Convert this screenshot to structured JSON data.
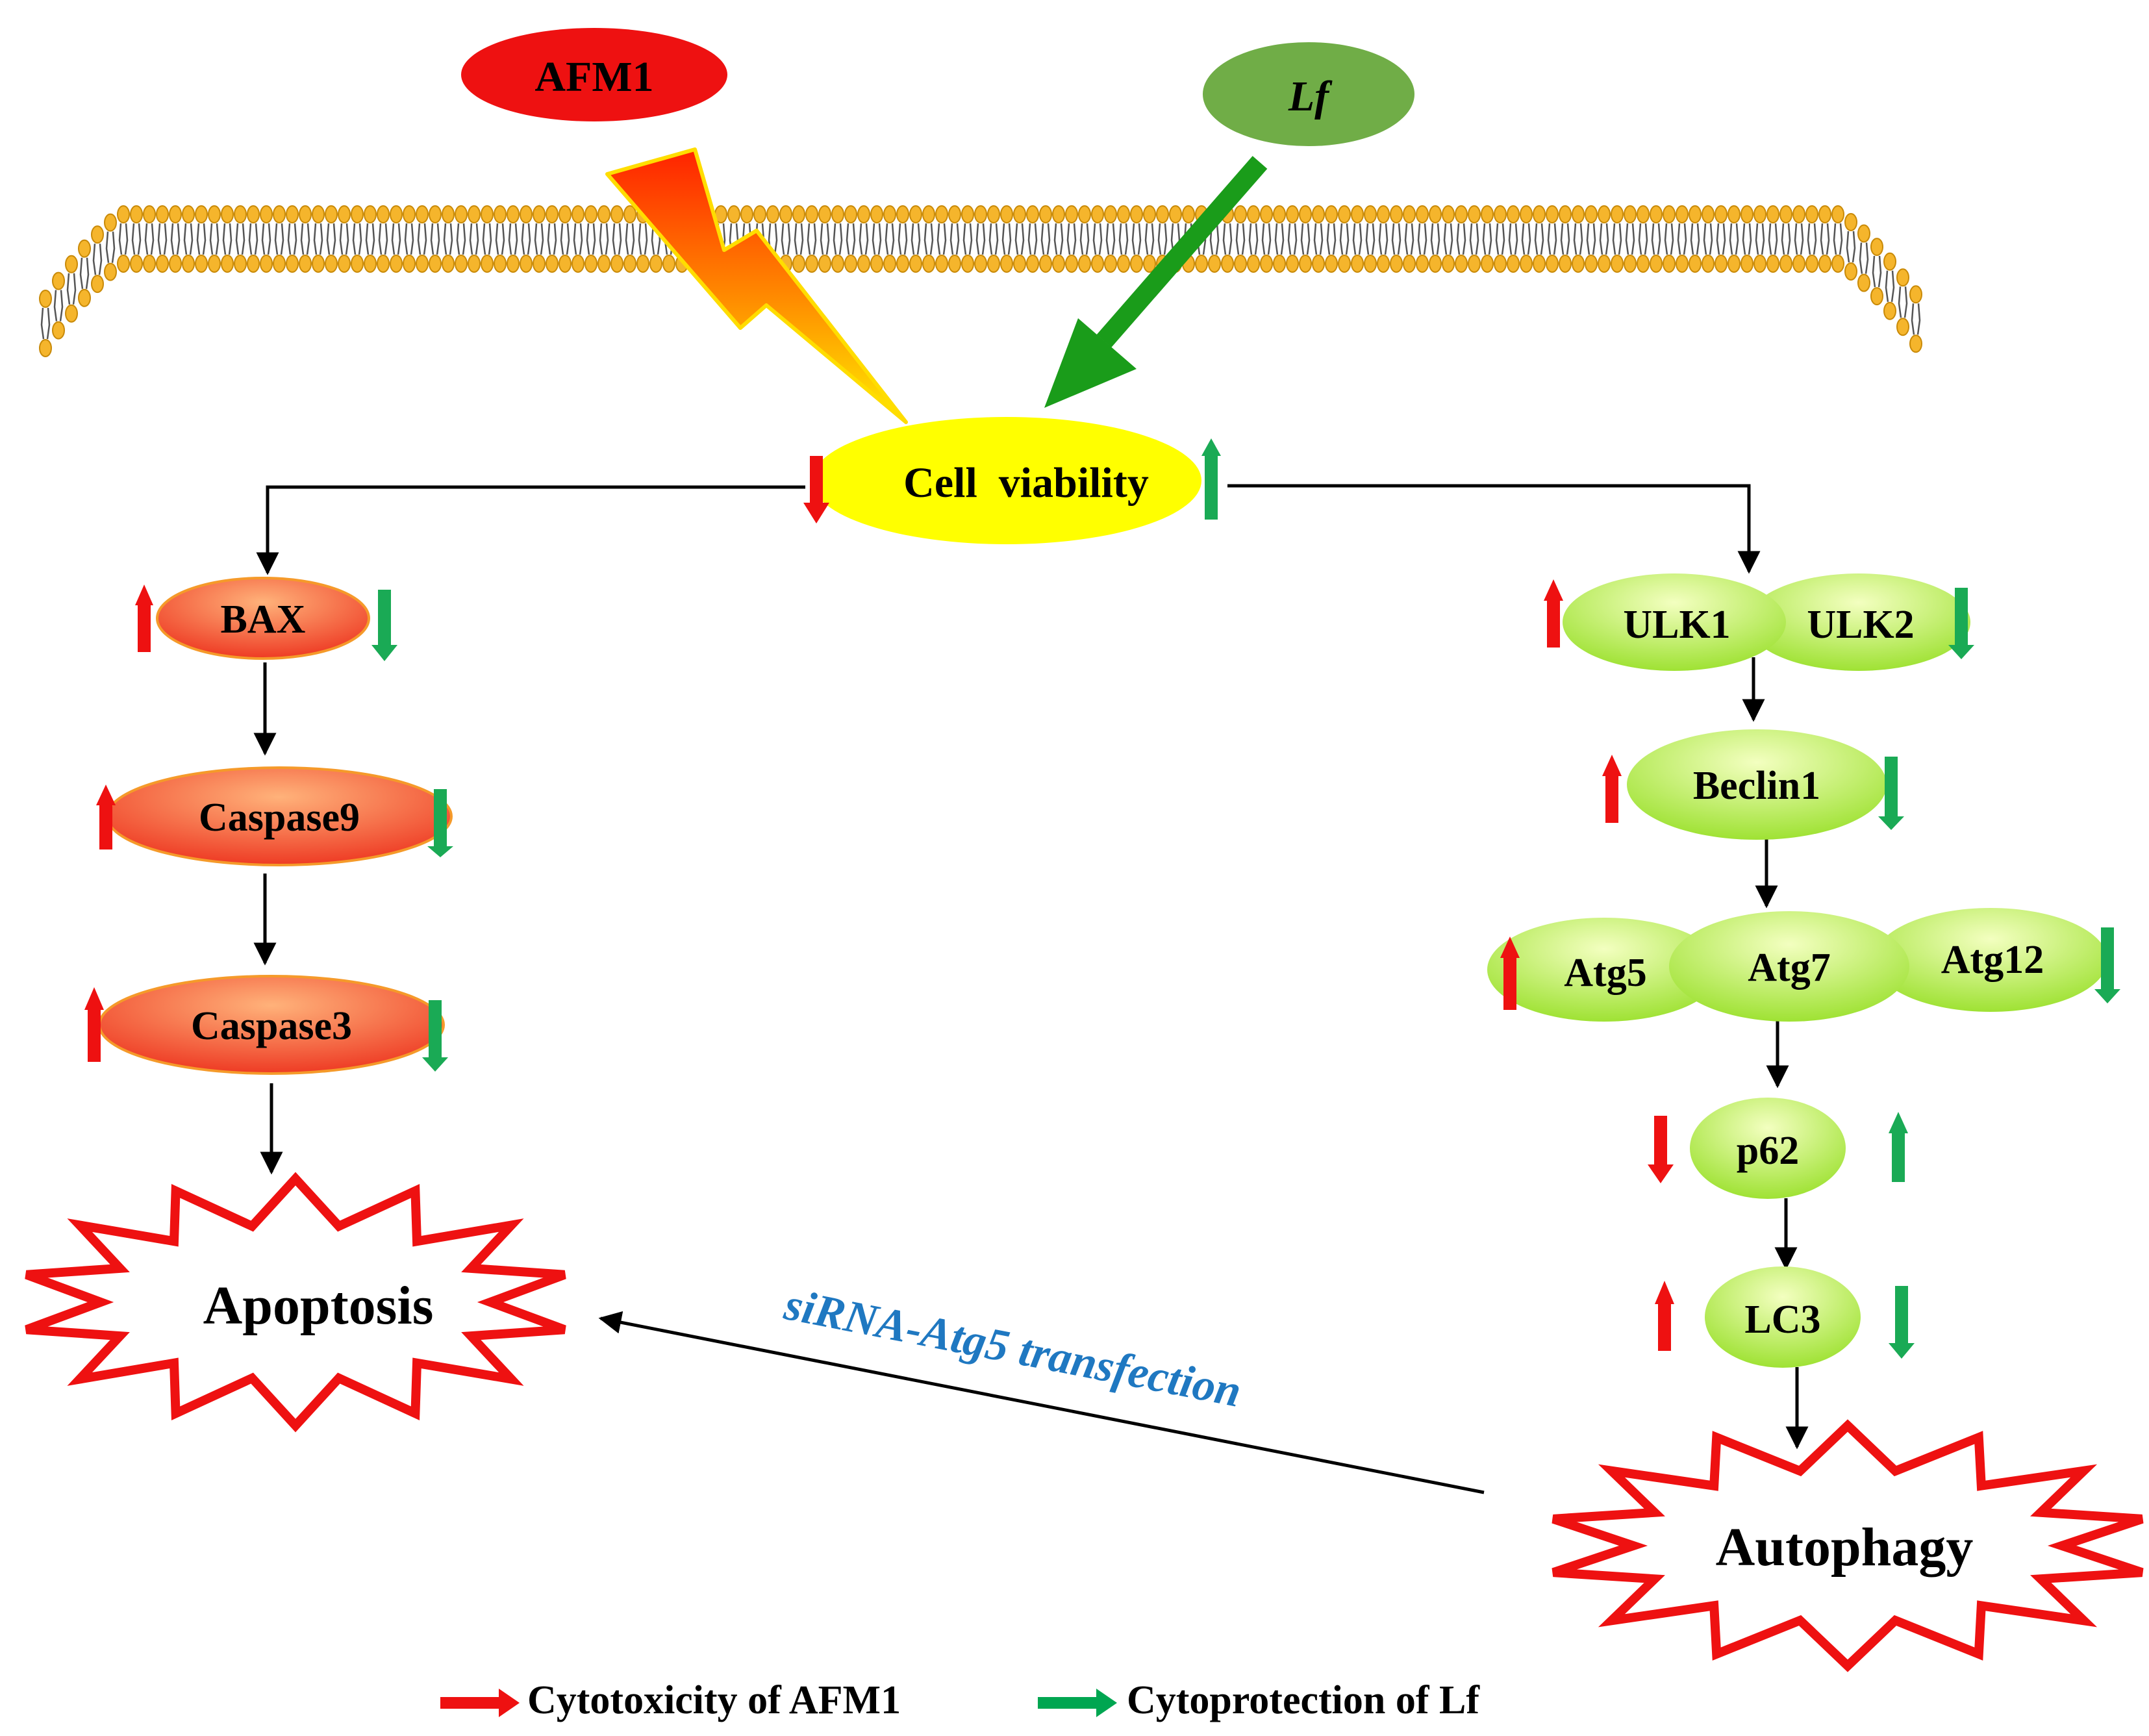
{
  "inputs": {
    "toxin": {
      "label": "AFM1",
      "color": "#ee1111"
    },
    "protector": {
      "label": "Lf",
      "color": "#70ad47"
    }
  },
  "center": {
    "label": "Cell  viability"
  },
  "apoptosis_pathway": {
    "nodes": [
      "BAX",
      "Caspase9",
      "Caspase3"
    ],
    "outcome": "Apoptosis"
  },
  "autophagy_pathway": {
    "ulk": [
      "ULK1",
      "ULK2"
    ],
    "beclin": "Beclin1",
    "atg": [
      "Atg5",
      "Atg7",
      "Atg12"
    ],
    "p62": "p62",
    "lc3": "LC3",
    "outcome": "Autophagy"
  },
  "link": {
    "label": "siRNA-Atg5 transfection"
  },
  "legend": {
    "toxicity": "Cytotoxicity of AFM1",
    "protection": "Cytoprotection of Lf"
  },
  "colors": {
    "afm1_arrow": "#ee1111",
    "lf_arrow": "#00a651",
    "apoptosis_node": "#f46a3c",
    "autophagy_node": "#c2f05a",
    "viability": "#ffff00",
    "burst_stroke": "#ee1111",
    "link_text": "#1f78c1"
  }
}
